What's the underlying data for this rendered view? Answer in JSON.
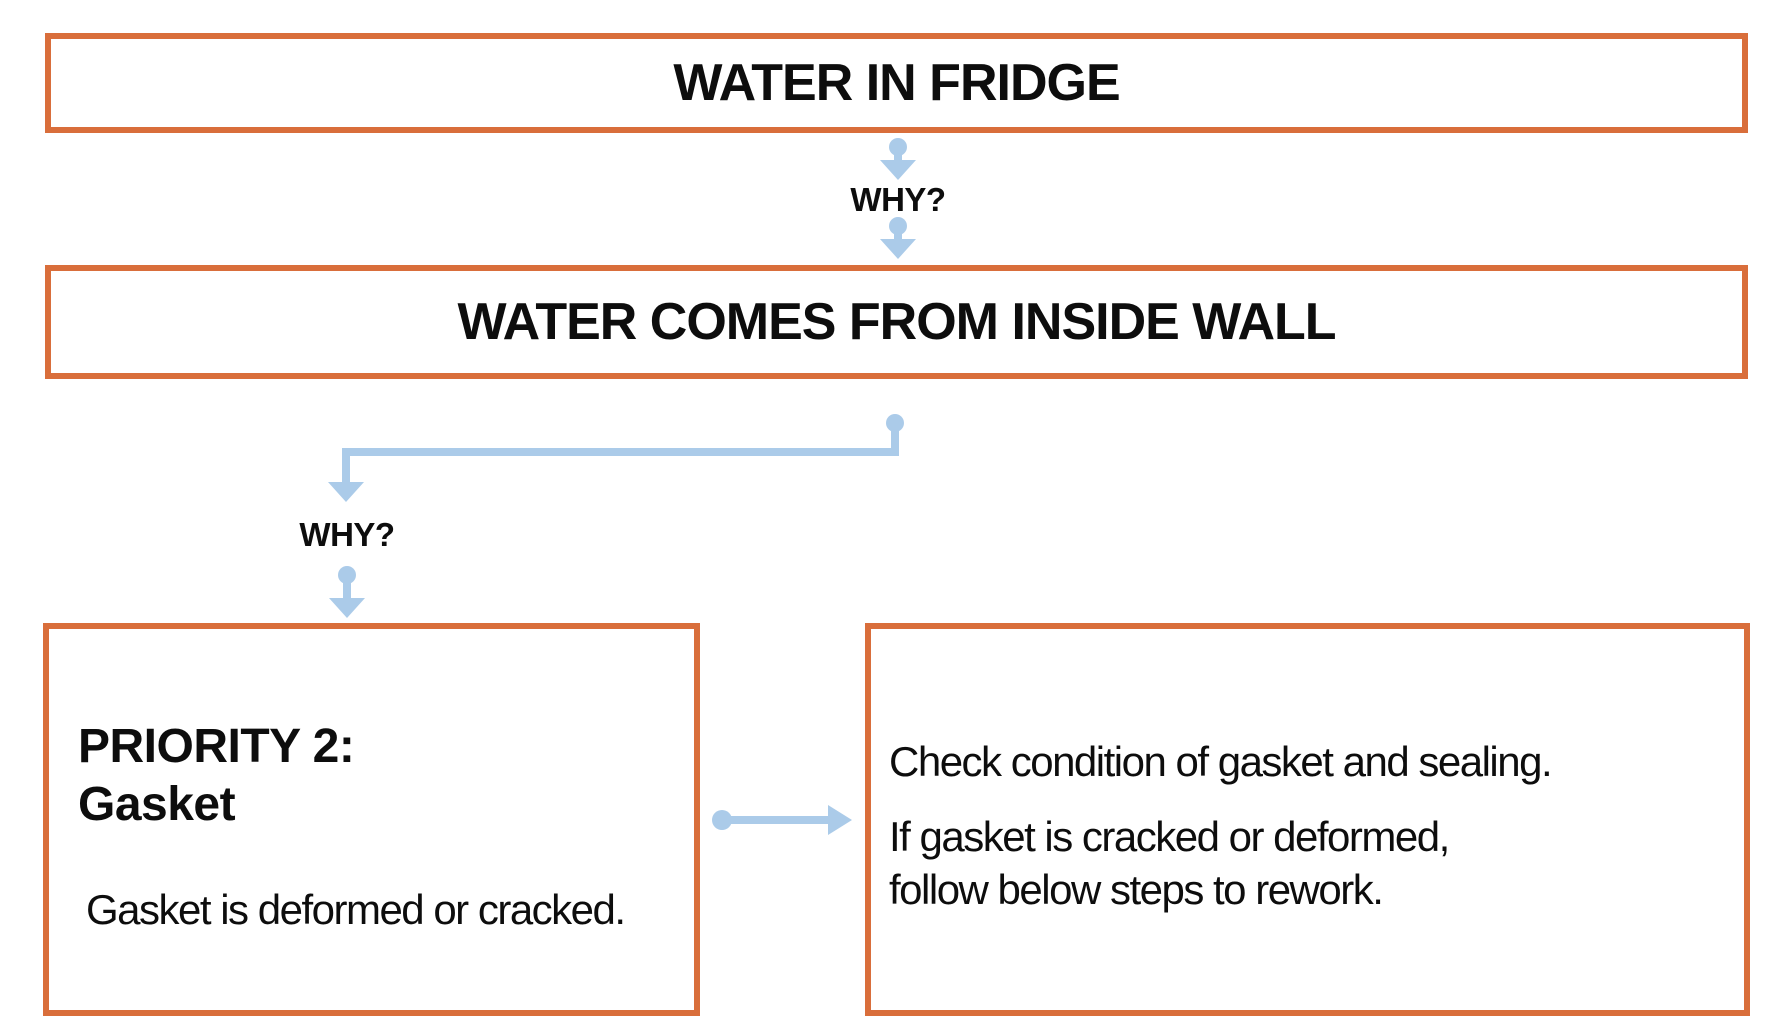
{
  "colors": {
    "box_border": "#D96E3B",
    "arrow_blue": "#ABCBE9",
    "text": "#0d0d0d",
    "background": "#ffffff"
  },
  "flowchart": {
    "level1": {
      "label": "WATER IN FRIDGE"
    },
    "why1": {
      "label": "WHY?"
    },
    "level2": {
      "label": "WATER COMES FROM INSIDE WALL"
    },
    "why2": {
      "label": "WHY?"
    },
    "cause": {
      "heading_line1": "PRIORITY 2:",
      "heading_line2": "Gasket",
      "description": "Gasket is deformed or cracked."
    },
    "action": {
      "paragraph1": "Check condition of gasket and sealing.",
      "paragraph2_line1": "If gasket is cracked or deformed,",
      "paragraph2_line2": "follow below steps to rework."
    }
  }
}
